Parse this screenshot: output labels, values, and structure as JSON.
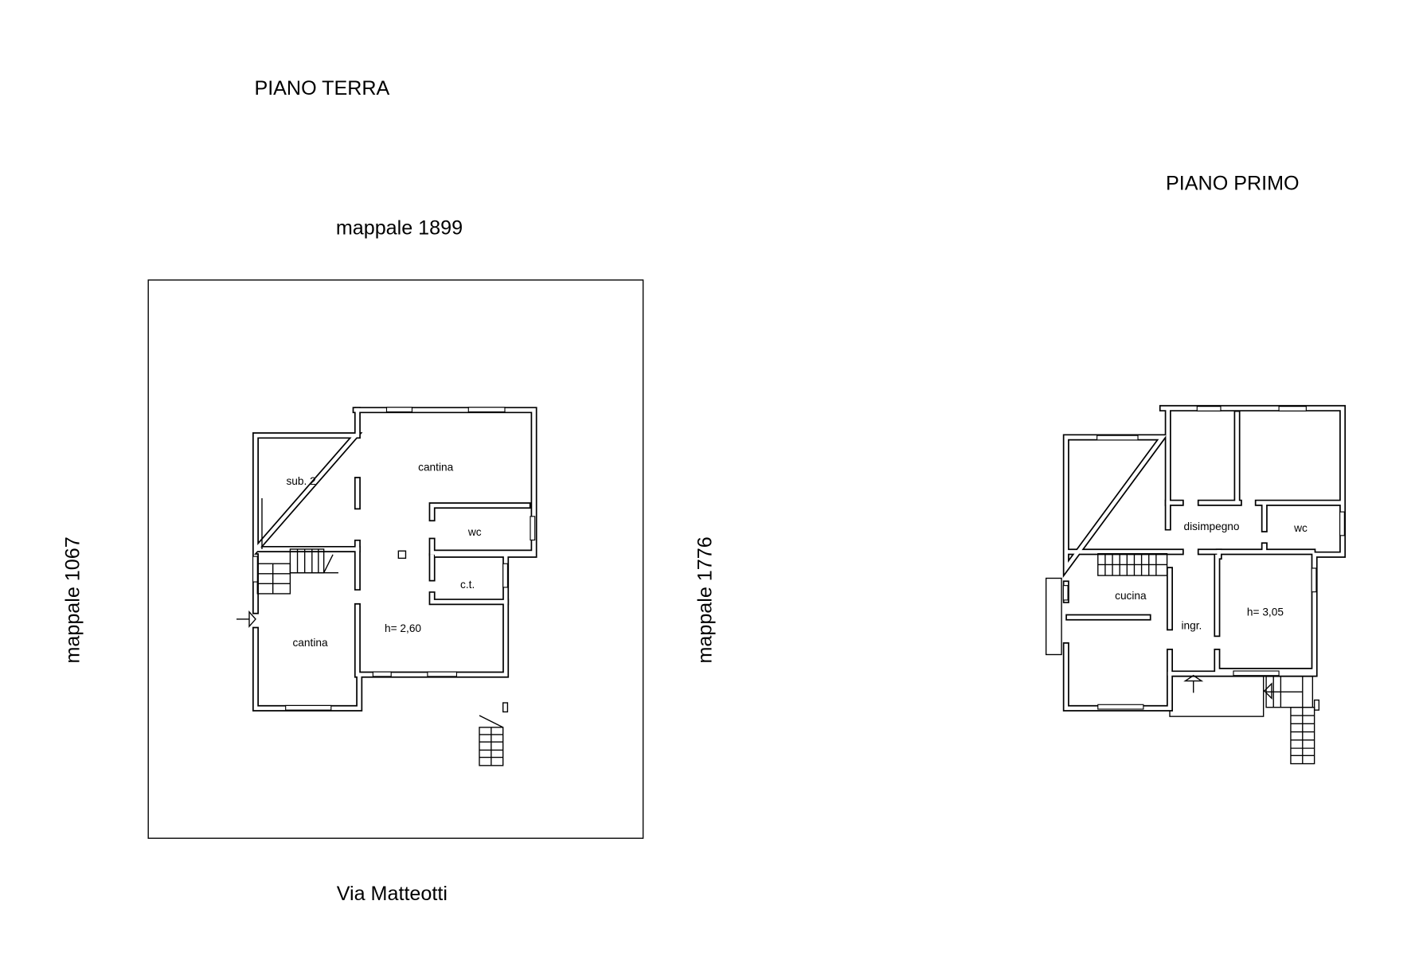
{
  "ground_floor": {
    "title": "PIANO TERRA",
    "north_label": "mappale 1899",
    "south_label": "Via Matteotti",
    "west_label": "mappale 1067",
    "east_label": "mappale 1776",
    "rooms": {
      "sub2": "sub. 2",
      "cantina_top": "cantina",
      "wc": "wc",
      "ct": "c.t.",
      "height": "h= 2,60",
      "cantina_bottom": "cantina"
    }
  },
  "first_floor": {
    "title": "PIANO PRIMO",
    "rooms": {
      "disimpegno": "disimpegno",
      "wc": "wc",
      "cucina": "cucina",
      "ingresso": "ingr.",
      "height": "h= 3,05"
    }
  }
}
